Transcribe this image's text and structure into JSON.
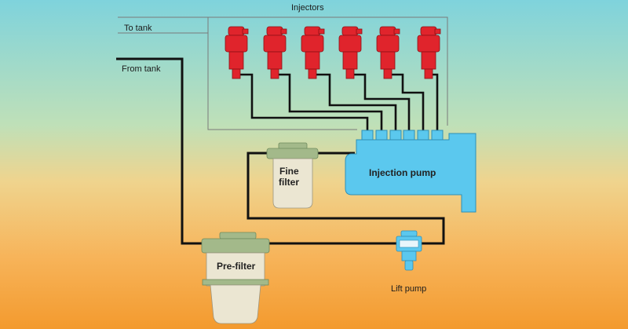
{
  "labels": {
    "injectors": "Injectors",
    "to_tank": "To tank",
    "from_tank": "From tank",
    "fine_filter_line1": "Fine",
    "fine_filter_line2": "filter",
    "injection_pump": "Injection pump",
    "pre_filter": "Pre-filter",
    "lift_pump": "Lift pump"
  },
  "injector_count": 6,
  "colors": {
    "sky_top": "#7fd3dc",
    "sky_mid": "#cfe3a6",
    "sky_low": "#f7b85a",
    "sky_bottom": "#f39a2e",
    "injector": "#e0242c",
    "pump": "#5bc8ee",
    "pump_stroke": "#2f8fb6",
    "filter_cap": "#a3b98a",
    "filter_bowl": "#ebe6d2",
    "pipe": "#111111",
    "return_line": "#7a7a7a"
  }
}
